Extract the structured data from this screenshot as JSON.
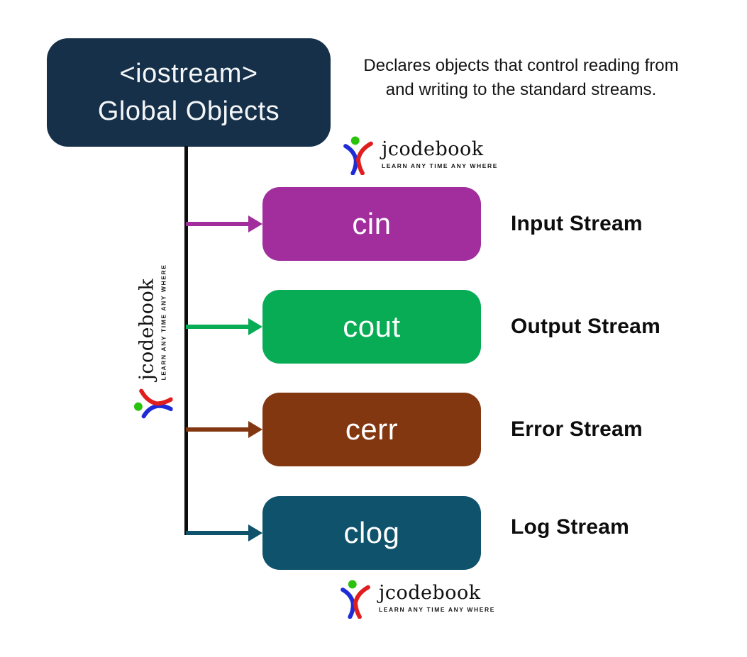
{
  "header": {
    "title_line1": "<iostream>",
    "title_line2": "Global Objects",
    "description": "Declares objects that control reading from and writing to the standard streams."
  },
  "rows": [
    {
      "name": "cin",
      "label": "Input Stream",
      "color": "#A12E9C"
    },
    {
      "name": "cout",
      "label": "Output Stream",
      "color": "#07AC55"
    },
    {
      "name": "cerr",
      "label": "Error Stream",
      "color": "#833711"
    },
    {
      "name": "clog",
      "label": "Log Stream",
      "color": "#0E526C"
    }
  ],
  "colors": {
    "title_box_bg": "#16304A",
    "trunk_line": "#0D0D0D",
    "background": "#FFFFFF",
    "label_text": "#0D0D0D",
    "box_text": "#FFFFFF"
  },
  "logo": {
    "name": "jcodebook",
    "tagline": "LEARN ANY TIME ANY WHERE",
    "icon": "leaping-person-icon",
    "colors": {
      "head": "#2BC20E",
      "left": "#1F2BD6",
      "right": "#E01E1E"
    }
  }
}
